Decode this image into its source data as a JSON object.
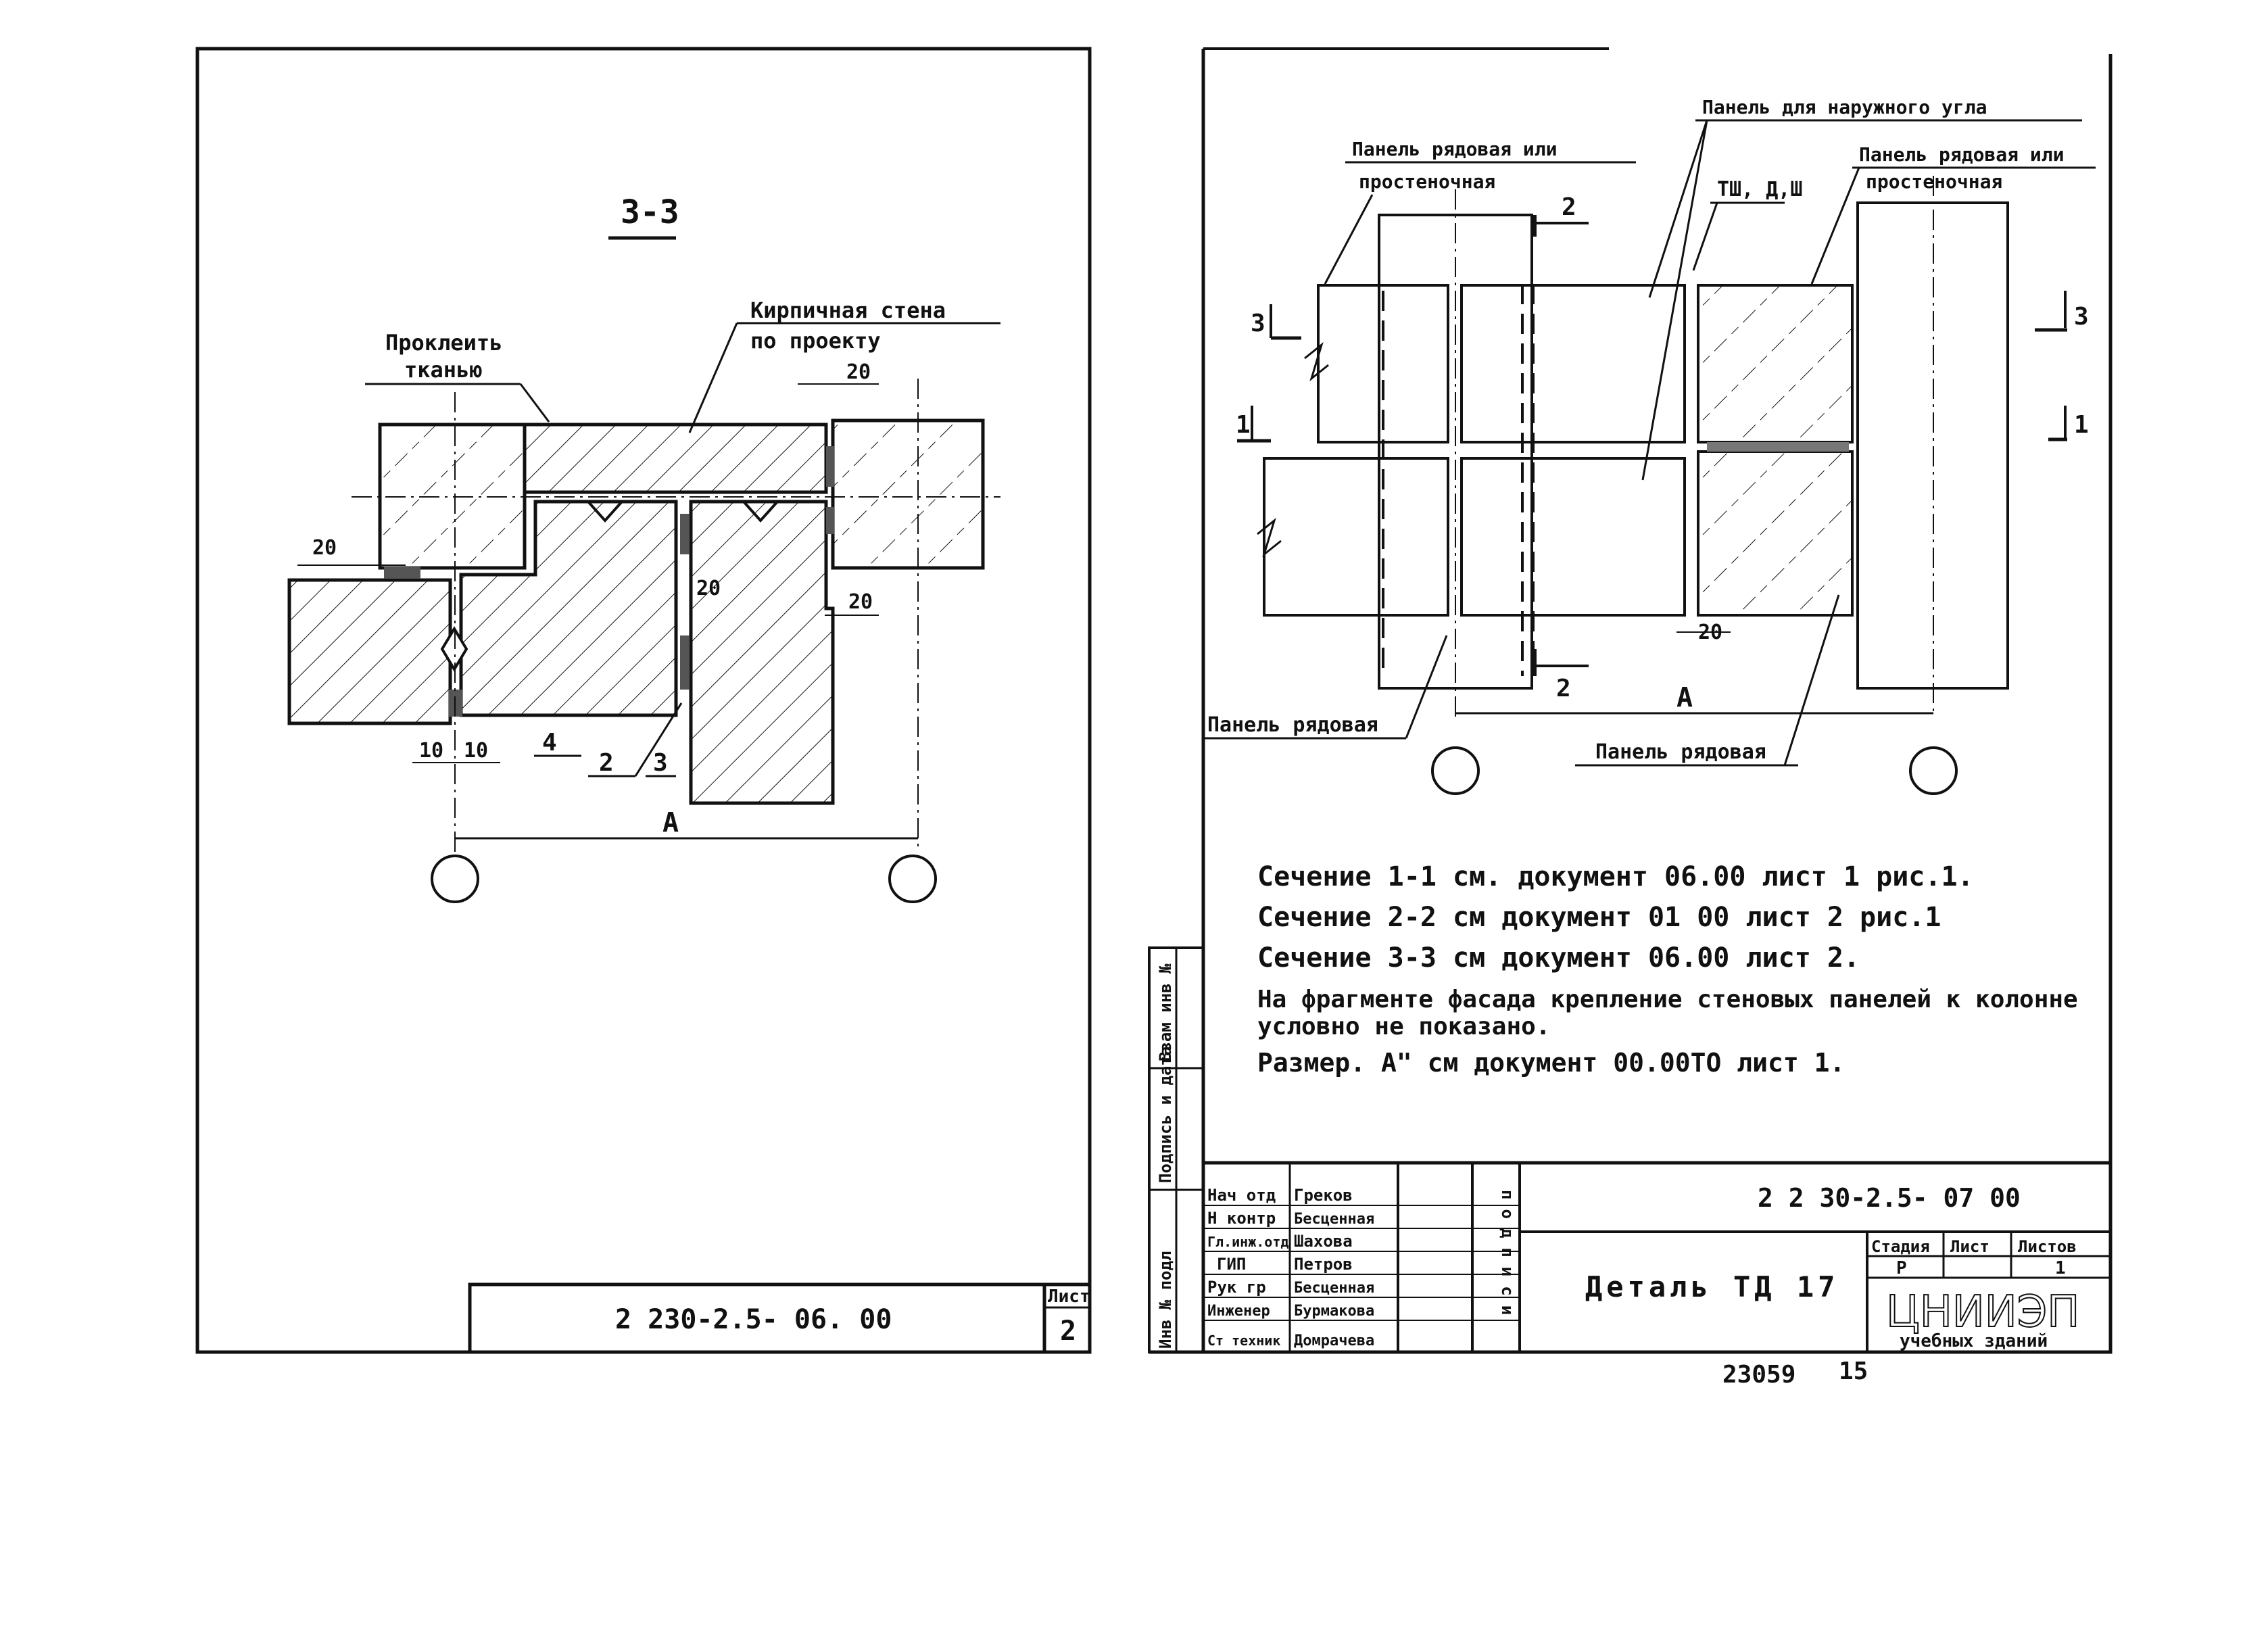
{
  "left_sheet": {
    "section_title": "3-3",
    "label_brick_line1": "Кирпичная стена",
    "label_brick_line2": "по проекту",
    "label_glue_line1": "Проклеить",
    "label_glue_line2": "тканью",
    "dim_20": "20",
    "dim_10": "10",
    "dim_A": "A",
    "callout_2": "2",
    "callout_3": "3",
    "callout_4": "4",
    "stamp_code": "2 230-2.5- 06. 00",
    "stamp_sheet_label": "Лист",
    "stamp_sheet_number": "2"
  },
  "right_sheet": {
    "label_ordinary_top_left_1": "Панель рядовая или",
    "label_ordinary_top_left_2": "простеночная",
    "label_corner": "Панель для наружного угла",
    "label_ordinary_top_right_1": "Панель рядовая или",
    "label_ordinary_top_right_2": "простеночная",
    "label_tsh": "ТШ, Д,Ш",
    "label_ordinary_bottom_left": "Панель рядовая",
    "label_ordinary_bottom_right": "Панель рядовая",
    "cut_1": "1",
    "cut_2": "2",
    "cut_3": "3",
    "dim_20": "20",
    "dim_A": "A",
    "notes": [
      "Сечение 1-1 см. документ 06.00 лист 1 рис.1.",
      "Сечение 2-2 см документ 01 00 лист 2 рис.1",
      "Сечение 3-3 см документ 06.00 лист 2.",
      "На фрагменте фасада крепление стеновых панелей к колонне",
      "условно не показано.",
      "Размер. А\" см документ 00.00ТО лист 1."
    ],
    "side_stamp": [
      "Инв № подл",
      "Подпись и дата",
      "Взам инв №"
    ],
    "title_block": {
      "roles": [
        "Нач отд",
        "Н контр",
        "Гл.инж.отд",
        "ГИП",
        "Рук гр",
        "Инженер",
        "Ст техник"
      ],
      "names": [
        "Греков",
        "Бесценная",
        "Шахова",
        "Петров",
        "Бесценная",
        "Бурмакова",
        "Домрачева"
      ],
      "signature_column": "подписи",
      "code": "2 2 30-2.5- 07 00",
      "title": "Деталь ТД 17",
      "stage_header": "Стадия",
      "sheet_header": "Лист",
      "sheets_header": "Листов",
      "stage_value": "Р",
      "sheets_value": "1",
      "org_name": "ЦНИИЭП",
      "org_subtitle": "учебных зданий"
    },
    "bottom_number": "23059",
    "bottom_page": "15"
  }
}
